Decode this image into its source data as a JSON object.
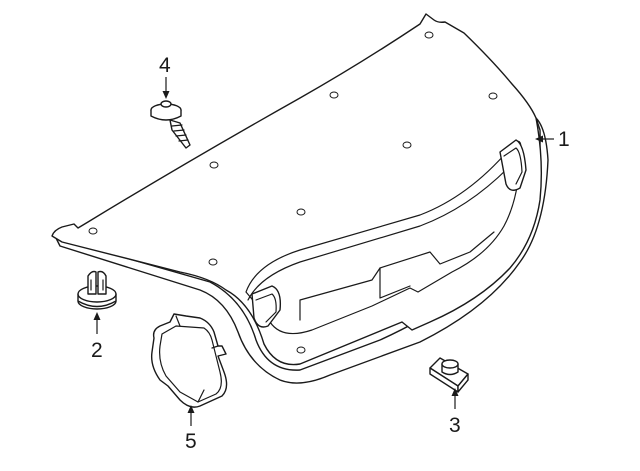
{
  "callouts": [
    {
      "id": "1",
      "label": "1",
      "part": "trunk-lid-trim-panel"
    },
    {
      "id": "2",
      "label": "2",
      "part": "push-pin-retainer"
    },
    {
      "id": "3",
      "label": "3",
      "part": "u-nut-clip"
    },
    {
      "id": "4",
      "label": "4",
      "part": "trim-screw"
    },
    {
      "id": "5",
      "label": "5",
      "part": "access-cover"
    }
  ]
}
